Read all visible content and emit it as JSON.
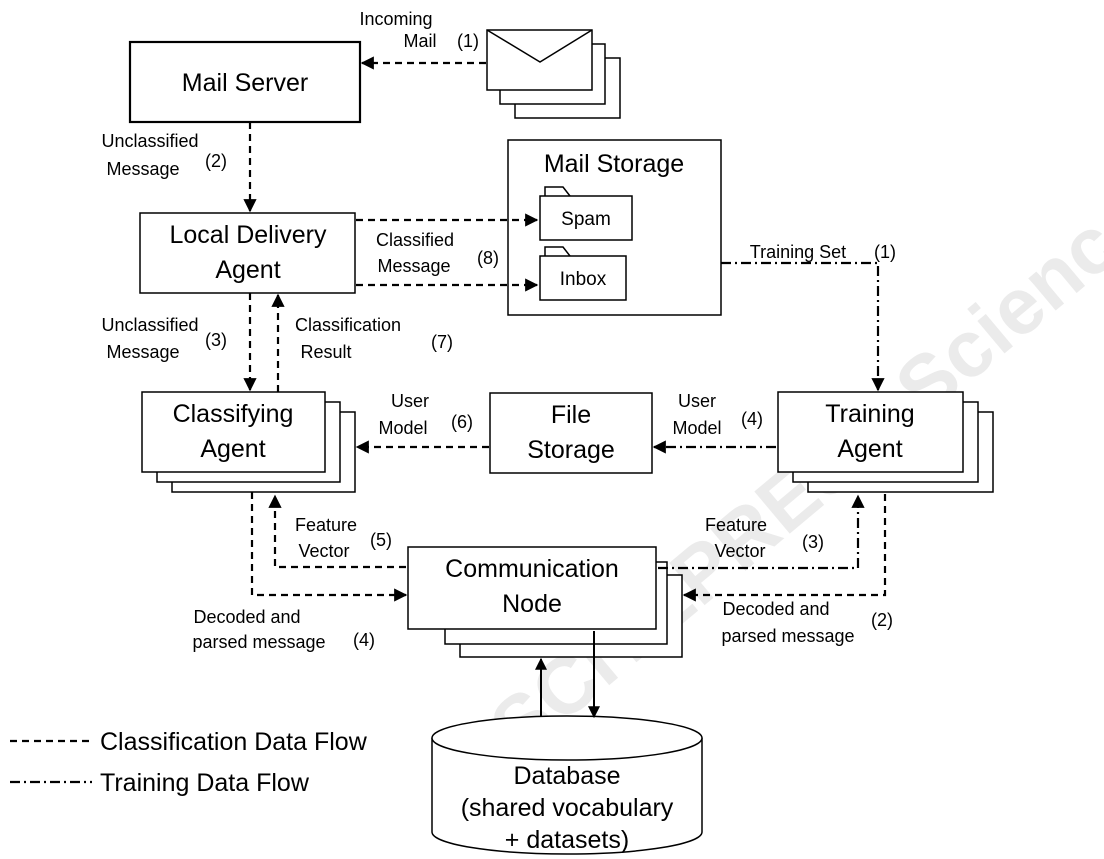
{
  "boxes": {
    "mail_server": "Mail Server",
    "mail_storage": "Mail Storage",
    "spam": "Spam",
    "inbox": "Inbox",
    "lda": [
      "Local Delivery",
      "Agent"
    ],
    "classifying": [
      "Classifying",
      "Agent"
    ],
    "file_storage": [
      "File",
      "Storage"
    ],
    "training": [
      "Training",
      "Agent"
    ],
    "comm_node": [
      "Communication",
      "Node"
    ],
    "database": [
      "Database",
      "(shared vocabulary",
      "+ datasets)"
    ]
  },
  "labels": {
    "incoming_mail": [
      "Incoming",
      "Mail"
    ],
    "incoming_num": "(1)",
    "unclassified_top": [
      "Unclassified",
      "Message"
    ],
    "unclassified_top_num": "(2)",
    "classified": [
      "Classified",
      "Message"
    ],
    "classified_num": "(8)",
    "training_set": "Training Set",
    "training_set_num": "(1)",
    "unclassified_mid": [
      "Unclassified",
      "Message"
    ],
    "unclassified_mid_num": "(3)",
    "classification_result": [
      "Classification",
      "Result"
    ],
    "classification_result_num": "(7)",
    "user_model_left": [
      "User",
      "Model"
    ],
    "user_model_left_num": "(6)",
    "user_model_right": [
      "User",
      "Model"
    ],
    "user_model_right_num": "(4)",
    "feature_vector_left": [
      "Feature",
      "Vector"
    ],
    "feature_vector_left_num": "(5)",
    "feature_vector_right": [
      "Feature",
      "Vector"
    ],
    "feature_vector_right_num": "(3)",
    "decoded_left": [
      "Decoded and",
      "parsed message"
    ],
    "decoded_left_num": "(4)",
    "decoded_right": [
      "Decoded and",
      "parsed message"
    ],
    "decoded_right_num": "(2)"
  },
  "legend": {
    "classification": "Classification Data Flow",
    "training": "Training Data Flow"
  },
  "watermark": "SCITEPRESS Science and Technology Publications"
}
